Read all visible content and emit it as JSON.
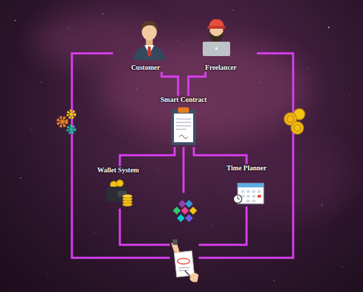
{
  "diagram": {
    "nodes": [
      {
        "text": [
          "Customer"
        ]
      },
      {
        "text": [
          "Freelancer"
        ]
      },
      {
        "text": [
          "Smart Contract"
        ]
      },
      {
        "text": [
          "Wallet System"
        ]
      },
      {
        "text": [
          "Time Planner"
        ]
      }
    ],
    "edges": [
      {
        "from": 0,
        "to": 2,
        "arrow": "none"
      },
      {
        "from": 1,
        "to": 2,
        "arrow": "none"
      },
      {
        "from": 2,
        "to": 3,
        "arrow": "none"
      },
      {
        "from": 2,
        "to": 4,
        "arrow": "none"
      }
    ]
  }
}
